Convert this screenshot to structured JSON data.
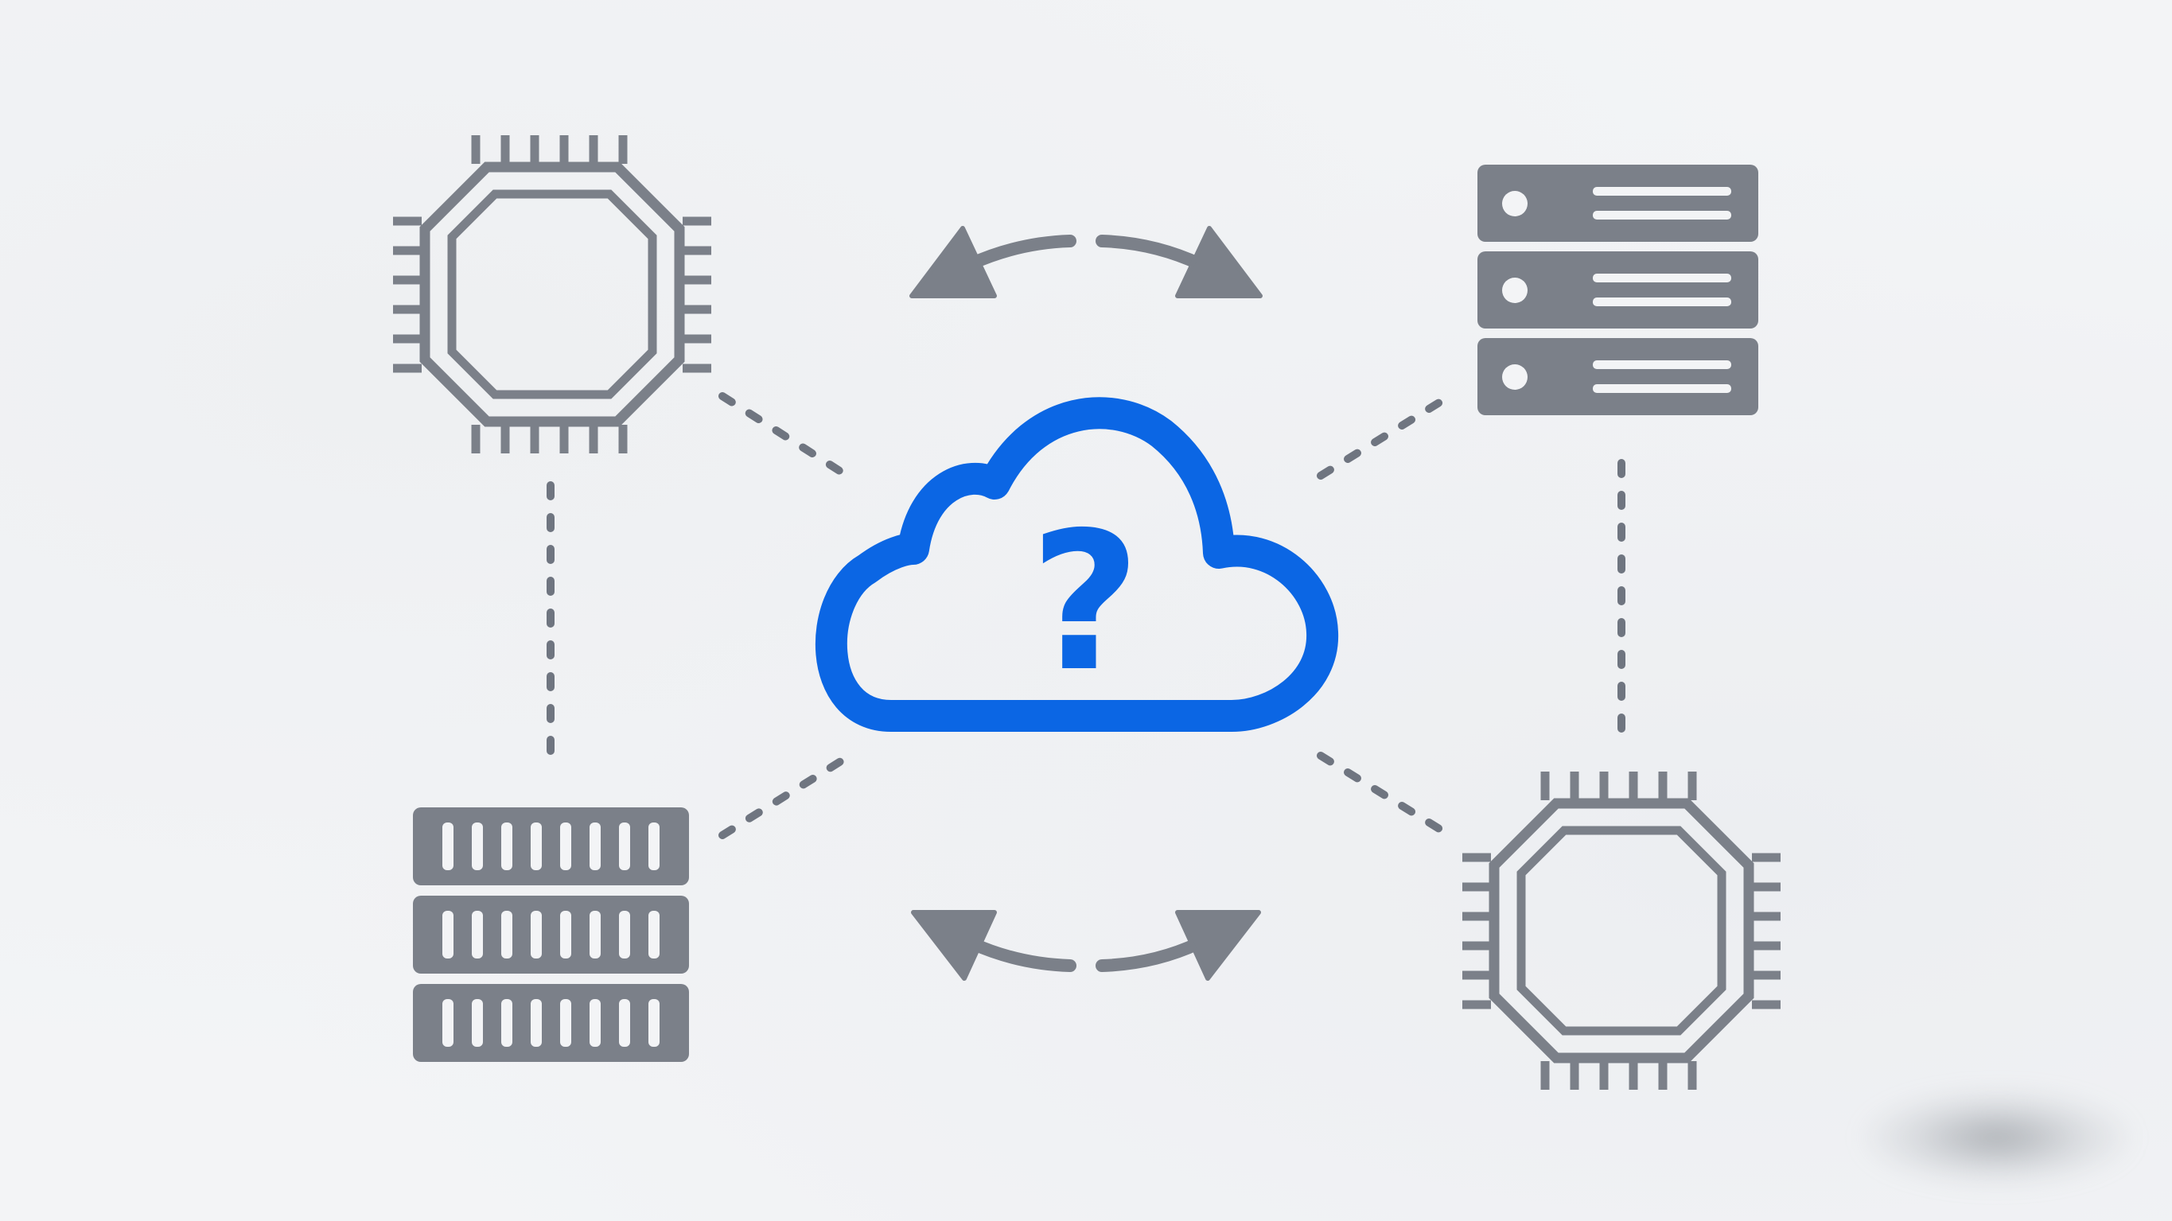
{
  "diagram": {
    "colors": {
      "background": "#f3f4f6",
      "node": "#7b8089",
      "cloud": "#0b66e4",
      "connector": "#6f7580"
    },
    "center": {
      "icon": "cloud-question-icon",
      "symbol": "?"
    },
    "nodes": [
      {
        "id": "chip-top-left",
        "icon": "cpu-chip-icon"
      },
      {
        "id": "server-top-right",
        "icon": "server-rack-icon"
      },
      {
        "id": "storage-bottom-left",
        "icon": "storage-array-icon"
      },
      {
        "id": "chip-bottom-right",
        "icon": "cpu-chip-icon"
      }
    ],
    "arrows": [
      {
        "id": "sync-top",
        "icon": "bidirectional-arrow-icon"
      },
      {
        "id": "sync-bottom",
        "icon": "bidirectional-arrow-icon"
      }
    ]
  }
}
